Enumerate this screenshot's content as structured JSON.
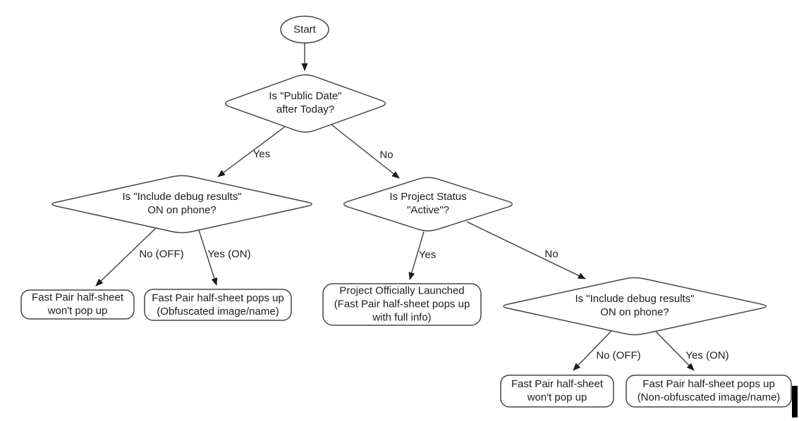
{
  "flowchart": {
    "start": {
      "label": "Start"
    },
    "decisions": {
      "public_date": {
        "label": "Is \"Public Date\"\nafter Today?"
      },
      "debug_left": {
        "label": "Is \"Include debug results\"\nON on phone?"
      },
      "project_status": {
        "label": "Is Project Status\n\"Active\"?"
      },
      "debug_right": {
        "label": "Is \"Include debug results\"\nON on phone?"
      }
    },
    "outcomes": {
      "no_popup_left": {
        "label": "Fast Pair half-sheet\nwon't pop up"
      },
      "obfuscated": {
        "label": "Fast Pair half-sheet pops up\n(Obfuscated image/name)"
      },
      "launched": {
        "label": "Project Officially Launched\n(Fast Pair half-sheet pops up\nwith full info)"
      },
      "no_popup_right": {
        "label": "Fast Pair half-sheet\nwon't pop up"
      },
      "non_obfuscated": {
        "label": "Fast Pair half-sheet pops up\n(Non-obfuscated image/name)"
      }
    },
    "edge_labels": {
      "yes_top": "Yes",
      "no_top": "No",
      "no_off_left": "No (OFF)",
      "yes_on_left": "Yes (ON)",
      "yes_mid": "Yes",
      "no_mid": "No",
      "no_off_right": "No (OFF)",
      "yes_on_right": "Yes (ON)"
    },
    "colors": {
      "shape_stroke": "#464646",
      "arrow": "#1a1a1a",
      "text": "#1c1c1c",
      "background": "#ffffff"
    }
  }
}
